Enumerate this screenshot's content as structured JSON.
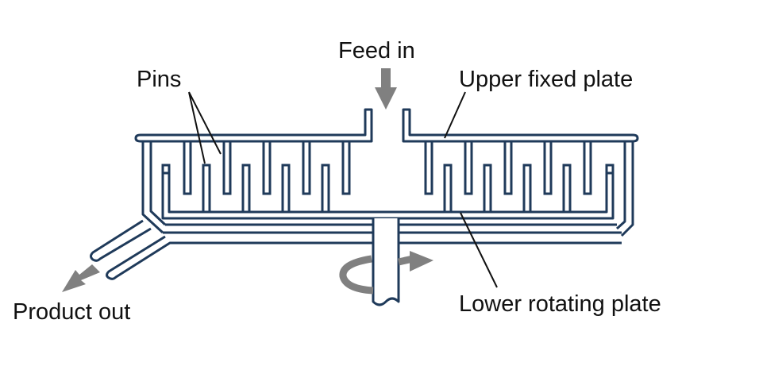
{
  "labels": {
    "feed_in": "Feed in",
    "pins": "Pins",
    "upper_fixed_plate": "Upper fixed plate",
    "product_out": "Product out",
    "lower_rotating_plate": "Lower rotating plate"
  },
  "colors": {
    "outline": "#1f3a5a",
    "arrow": "#808080",
    "text": "#111111",
    "background": "#ffffff"
  },
  "icons": {
    "feed_arrow": "arrow-down-icon",
    "product_arrow": "arrow-down-left-icon",
    "rotation_arrow": "rotation-arrow-icon"
  }
}
